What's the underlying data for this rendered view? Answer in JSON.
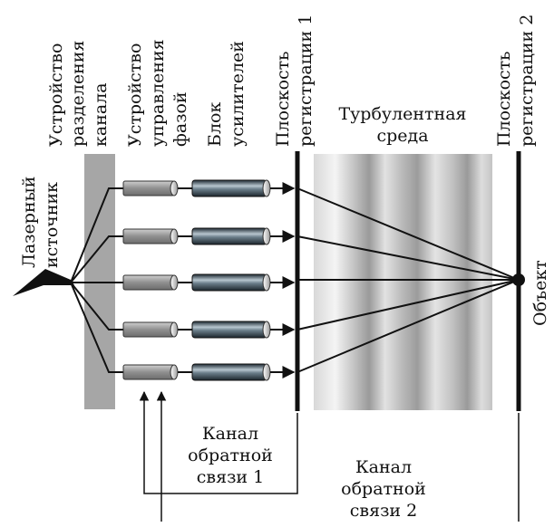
{
  "labels": {
    "laser": [
      "Лазерный",
      "источник"
    ],
    "splitter": [
      "Устройство",
      "разделения",
      "канала"
    ],
    "phase": [
      "Устройство",
      "управления",
      "фазой"
    ],
    "amplifiers": [
      "Блок",
      "усилителей"
    ],
    "plane1": [
      "Плоскость",
      "регистрации 1"
    ],
    "plane2": [
      "Плоскость",
      "регистрации 2"
    ],
    "turbulent": [
      "Турбулентная",
      "среда"
    ],
    "object": "Объект",
    "feedback1": [
      "Канал",
      "обратной",
      "связи 1"
    ],
    "feedback2": [
      "Канал",
      "обратной",
      "связи 2"
    ]
  },
  "colors": {
    "ink": "#111111",
    "splitter": "#a6a6a6",
    "phase_fill": "#9a9a9a",
    "amp_fill": "#3d4a54"
  }
}
